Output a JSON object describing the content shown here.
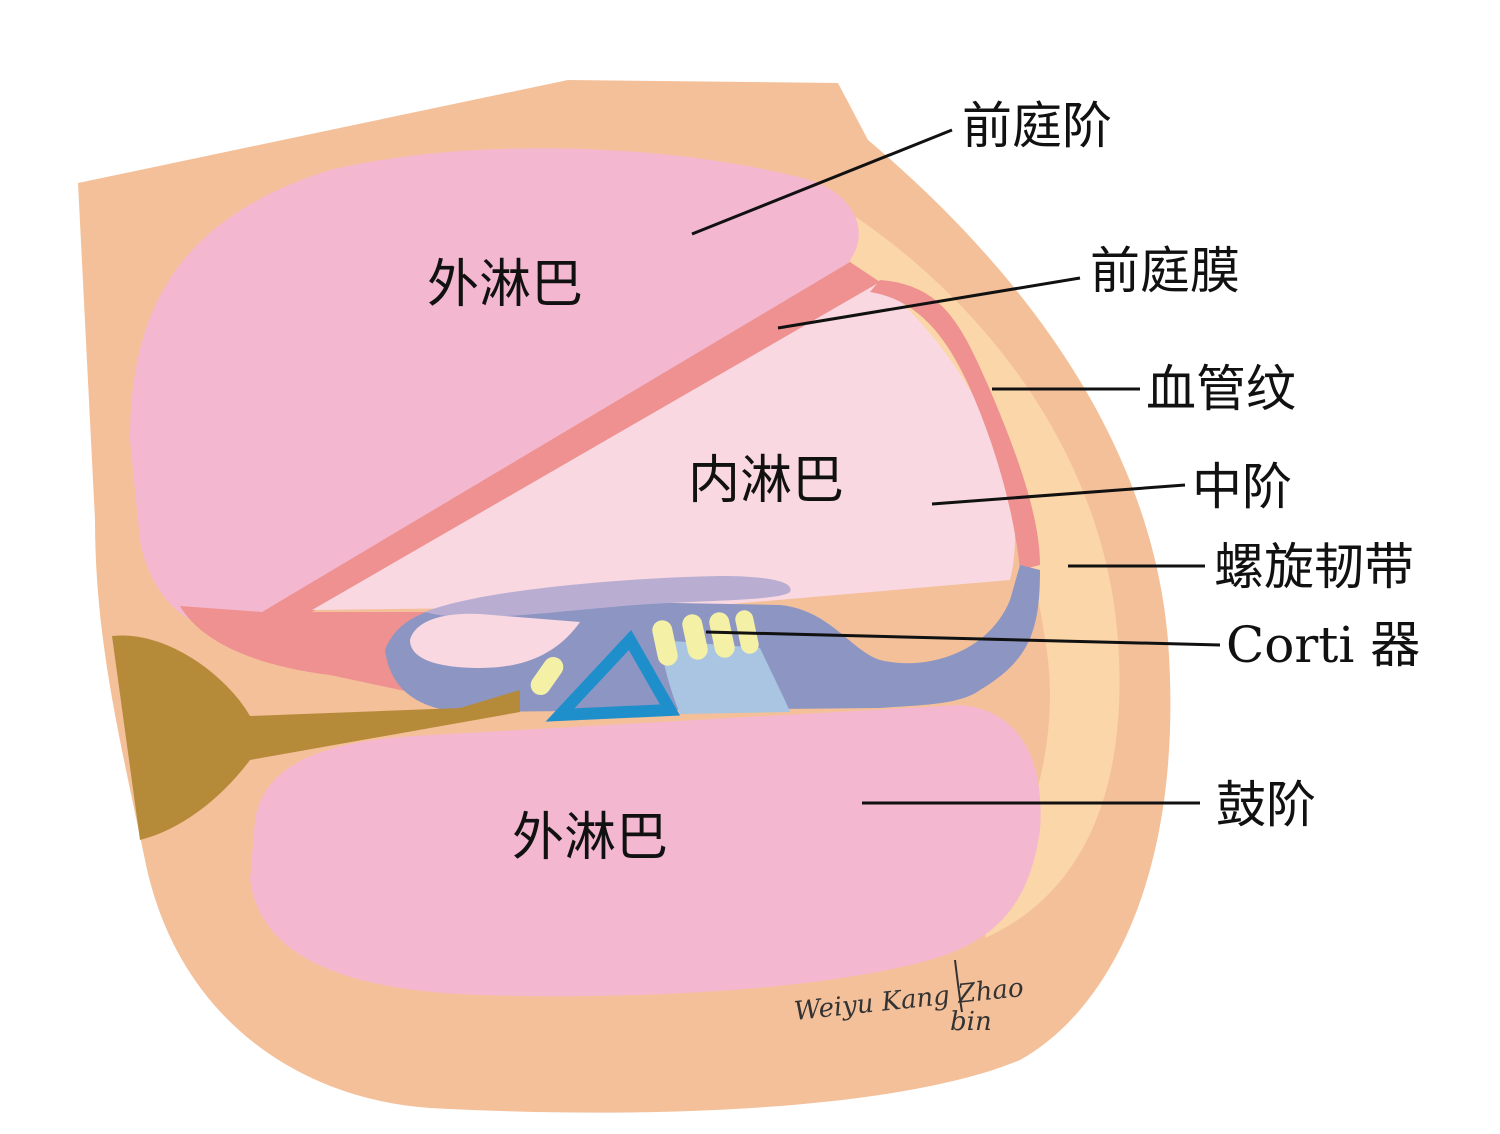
{
  "labels": {
    "scala_vestibuli": "前庭阶",
    "vestibular_membrane": "前庭膜",
    "stria_vascularis": "血管纹",
    "scala_media": "中阶",
    "spiral_ligament": "螺旋韧带",
    "organ_of_corti": "Corti 器",
    "scala_tympani": "鼓阶"
  },
  "regions": {
    "perilymph_upper": "外淋巴",
    "endolymph": "内淋巴",
    "perilymph_lower": "外淋巴"
  },
  "signature": {
    "line1": "Weiyu Kang Zhao",
    "line2": "bin"
  },
  "colors": {
    "bone": "#f4c09a",
    "perilymph": "#f3b8cf",
    "endolymph": "#f9d8e1",
    "membrane": "#ee9190",
    "ligament": "#fad6a8",
    "tectorial": "#b9aed2",
    "basilar": "#8d95c3",
    "hair_cells": "#f4f0a6",
    "pillar": "#1f8fcc",
    "nerve": "#a9c5e2",
    "modiolus": "#b58b3a"
  }
}
